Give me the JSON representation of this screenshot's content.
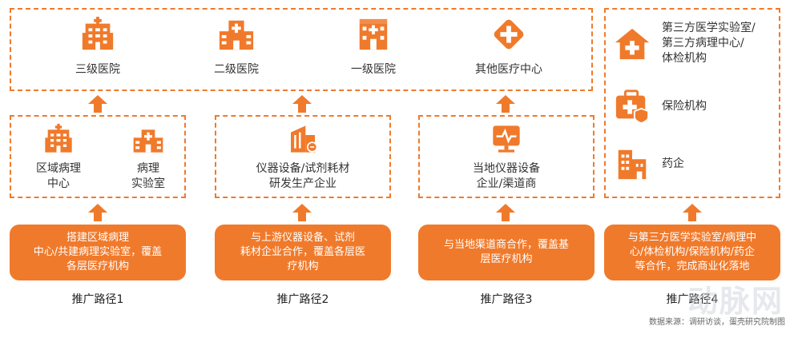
{
  "colors": {
    "accent": "#f07a2b",
    "text": "#333333"
  },
  "top_row": [
    {
      "label": "三级医院",
      "icon": "hospital-building-icon"
    },
    {
      "label": "二级医院",
      "icon": "hospital-cross-icon"
    },
    {
      "label": "一级医院",
      "icon": "clinic-building-icon"
    },
    {
      "label": "其他医疗中心",
      "icon": "medical-cross-diamond-icon"
    }
  ],
  "path1_box": [
    {
      "label": "区域病理\n中心",
      "icon": "hospital-building-icon"
    },
    {
      "label": "病理\n实验室",
      "icon": "lab-building-icon"
    }
  ],
  "path2_box": {
    "label": "仪器设备/试剂耗材\n研发生产企业",
    "icon": "factory-icon"
  },
  "path3_box": {
    "label": "当地仪器设备\n企业/渠道商",
    "icon": "monitor-pulse-icon"
  },
  "right_box": [
    {
      "label": "第三方医学实验室/\n第三方病理中心/\n体检机构",
      "icon": "house-cross-icon"
    },
    {
      "label": "保险机构",
      "icon": "medical-bag-shield-icon"
    },
    {
      "label": "药企",
      "icon": "pharma-building-icon"
    }
  ],
  "pills": [
    "搭建区域病理\n中心/共建病理实验室，覆盖\n各层医疗机构",
    "与上游仪器设备、试剂\n耗材企业合作，覆盖各层医\n疗机构",
    "与当地渠道商合作，覆盖基\n层医疗机构",
    "与第三方医学实验室/病理中\n心/体检机构/保险机构/药企\n等合作，完成商业化落地"
  ],
  "paths": [
    "推广路径1",
    "推广路径2",
    "推广路径3",
    "推广路径4"
  ],
  "source": "数据来源：调研访谈，蛋壳研究院制图",
  "watermark": "动脉网"
}
